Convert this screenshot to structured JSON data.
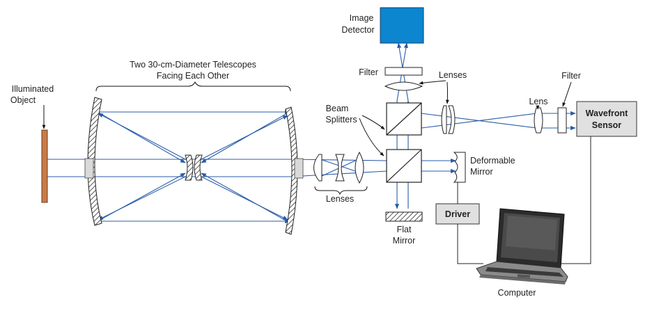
{
  "colors": {
    "ray": "#2a5ca8",
    "detector": "#0b86cf",
    "object": "#c97a48",
    "component_grey": "#e0e0e0",
    "hatch": "#444444"
  },
  "labels": {
    "image_detector": [
      "Image",
      "Detector"
    ],
    "telescopes": [
      "Two 30-cm-Diameter Telescopes",
      "Facing Each Other"
    ],
    "illuminated_object": [
      "Illuminated",
      "Object"
    ],
    "filter_top": "Filter",
    "lenses_top": "Lenses",
    "filter_right": "Filter",
    "lens_right": "Lens",
    "beam_splitters": [
      "Beam",
      "Splitters"
    ],
    "deformable_mirror": [
      "Deformable",
      "Mirror"
    ],
    "lenses_bottom": "Lenses",
    "flat_mirror": [
      "Flat",
      "Mirror"
    ],
    "driver": "Driver",
    "wavefront_sensor": [
      "Wavefront",
      "Sensor"
    ],
    "computer": "Computer"
  }
}
